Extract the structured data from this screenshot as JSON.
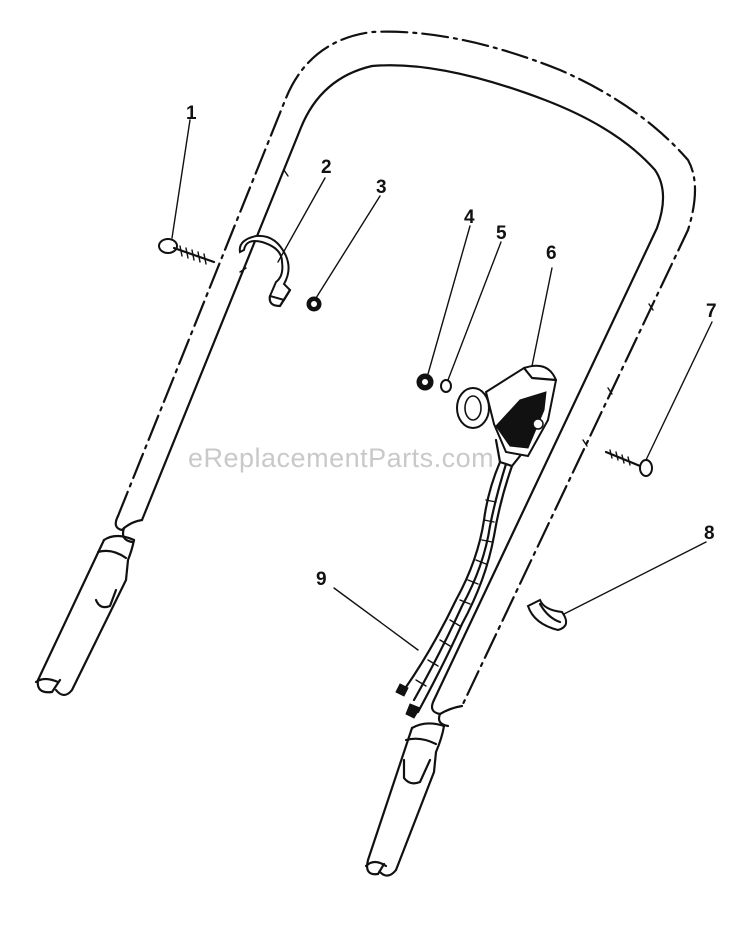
{
  "watermark": "eReplacementParts.com",
  "callouts": [
    "1",
    "2",
    "3",
    "4",
    "5",
    "6",
    "7",
    "8",
    "9"
  ]
}
